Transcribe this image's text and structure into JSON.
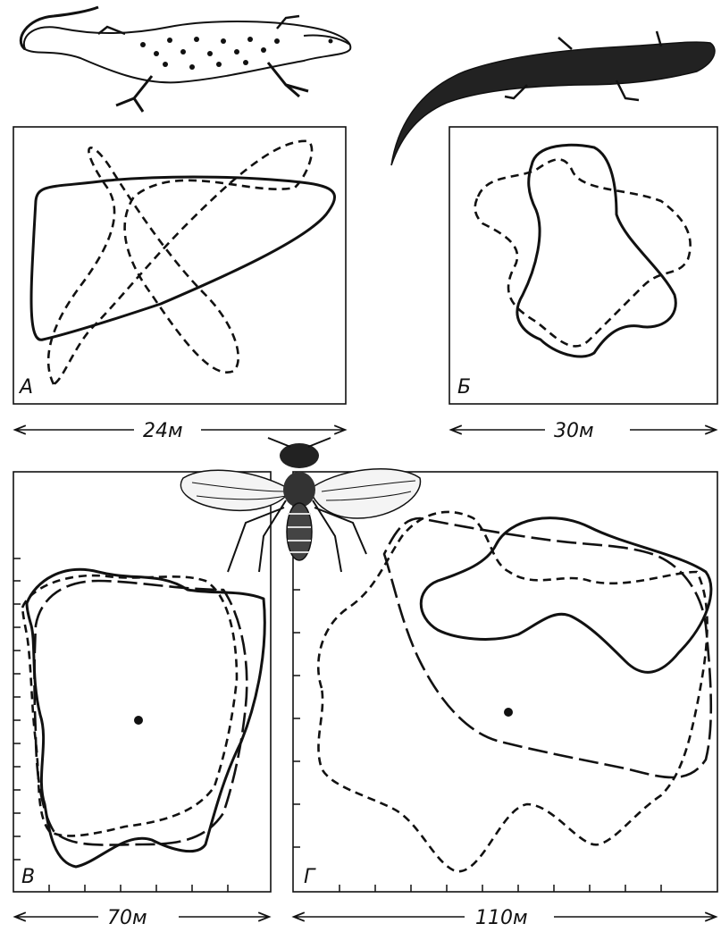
{
  "panels": {
    "a": {
      "label": "А",
      "scale": "24м"
    },
    "b": {
      "label": "Б",
      "scale": "30м"
    },
    "v": {
      "label": "В",
      "scale": "70м"
    },
    "g": {
      "label": "Г",
      "scale": "110м"
    }
  },
  "colors": {
    "ink": "#111111",
    "background": "#ffffff"
  },
  "icons": [
    "lizard-spotted-icon",
    "lizard-slender-icon",
    "fly-icon"
  ]
}
